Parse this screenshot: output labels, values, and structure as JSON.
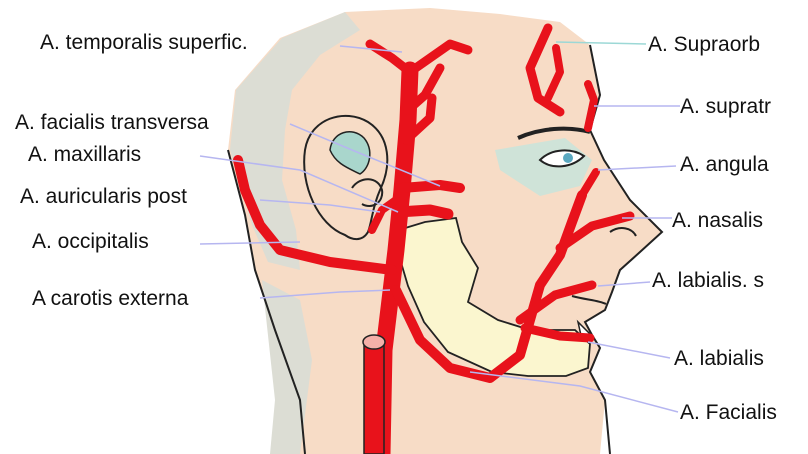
{
  "labels": {
    "temporalis": "A. temporalis superfic.",
    "facialis_transversa": "A. facialis transversa",
    "maxillaris": "A. maxillaris",
    "auricularis": "A. auricularis post",
    "occipitalis": "A. occipitalis",
    "carotis": "A carotis externa",
    "supraorbitalis": "A. Supraorb",
    "supratrochlearis": "A. supratr",
    "angularis": "A. angula",
    "nasalis": "A. nasalis",
    "labialis_sup": "A. labialis. s",
    "labialis_inf": "A. labialis",
    "facialis": "A. Facialis"
  },
  "colors": {
    "skin": "#f7dcc6",
    "hair": "#dcddd4",
    "artery": "#e8121b",
    "mandible": "#fbf6cf",
    "leader": "#b6b6f0",
    "leader_teal": "#9cd8d6",
    "outline": "#222222"
  }
}
